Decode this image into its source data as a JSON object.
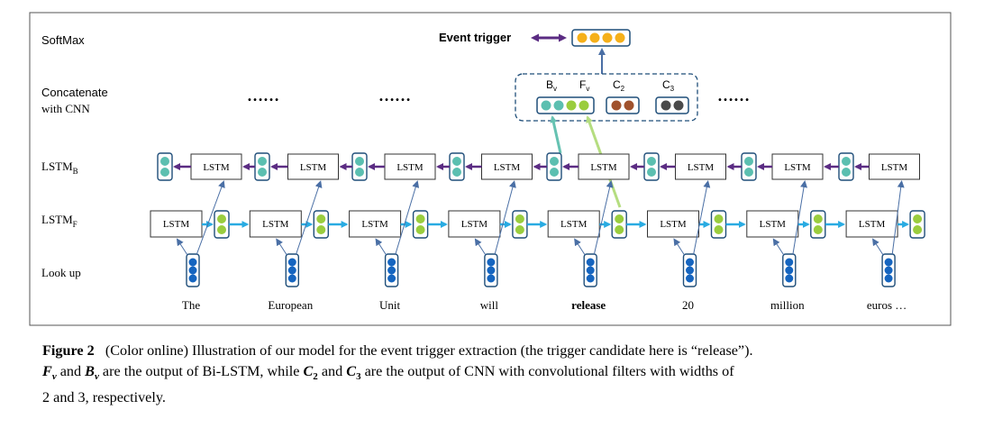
{
  "diagram": {
    "row_labels": {
      "softmax": "SoftMax",
      "concatenate": "Concatenate",
      "with_cnn": "with CNN",
      "lstm_b": "LSTM",
      "lstm_b_sub": "B",
      "lstm_f": "LSTM",
      "lstm_f_sub": "F",
      "lookup": "Look up"
    },
    "lstm_cell_label": "LSTM",
    "event_trigger_label": "Event trigger",
    "ellipsis": "……",
    "words": [
      "The",
      "European",
      "Unit",
      "will",
      "release",
      "20",
      "million",
      "euros …"
    ],
    "highlight_word_index": 4,
    "concat_labels": {
      "bv": "B",
      "bv_sub": "v",
      "fv": "F",
      "fv_sub": "v",
      "c2": "C",
      "c2_sub": "2",
      "c3": "C",
      "c3_sub": "3"
    },
    "colors": {
      "frame": "#555555",
      "cell_border": "#1f4e79",
      "blue_dot": "#1565c0",
      "teal_dot": "#5bbfb0",
      "green_dot": "#9acd3e",
      "orange_dot": "#f5b01a",
      "brown_dot": "#a0522d",
      "dark_dot": "#4a4a4a",
      "forward_arrow": "#29abe2",
      "backward_arrow": "#5b2c83",
      "up_arrow": "#4a6fa5",
      "bv_link": "#66c2b2",
      "fv_link": "#b5dd80"
    }
  },
  "caption": {
    "figure_label": "Figure 2",
    "line1": "(Color online) Illustration of our model for the event trigger extraction (the trigger candidate here is “release”).",
    "fv_sym": "F",
    "fv_sub": "v",
    "and1": "and",
    "bv_sym": "B",
    "bv_sub": "v",
    "mid": "are the output of Bi-LSTM, while",
    "c2_sym": "C",
    "c2_sub": "2",
    "and2": "and",
    "c3_sym": "C",
    "c3_sub": "3",
    "tail": "are the output of CNN with convolutional filters with widths of",
    "line3": "2 and 3, respectively."
  }
}
